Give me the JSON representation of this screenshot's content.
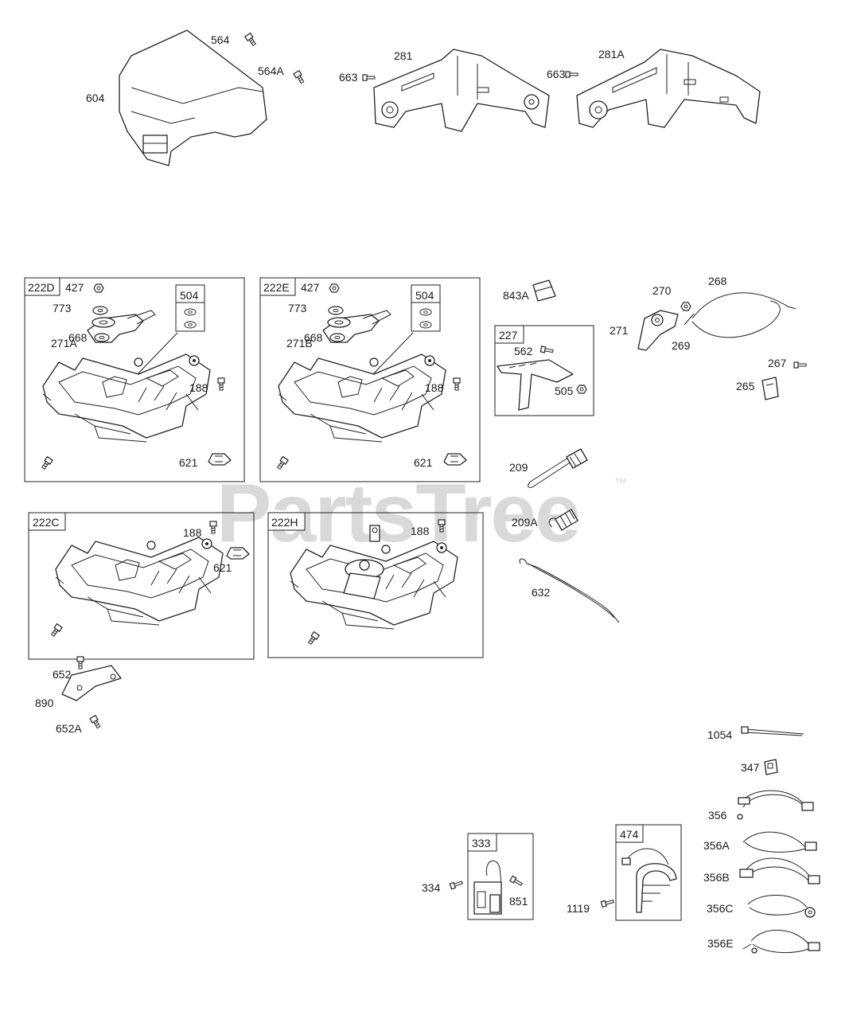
{
  "brand": {
    "watermark": "PartsTree",
    "trademark": "™",
    "watermark_color": "#d9d9d9"
  },
  "groups": {
    "g222D": {
      "tag": "222D",
      "sub_tag": "504"
    },
    "g222E": {
      "tag": "222E",
      "sub_tag": "504"
    },
    "g222C": {
      "tag": "222C"
    },
    "g222H": {
      "tag": "222H"
    },
    "g227": {
      "tag": "227"
    },
    "g333": {
      "tag": "333"
    },
    "g474": {
      "tag": "474"
    }
  },
  "callouts": {
    "c564": "564",
    "c564A": "564A",
    "c604": "604",
    "c663a": "663",
    "c281": "281",
    "c663b": "663",
    "c281A": "281A",
    "d427": "427",
    "d773": "773",
    "d271A": "271A",
    "d668": "668",
    "d188": "188",
    "d621": "621",
    "e427": "427",
    "e773": "773",
    "e271B": "271B",
    "e668": "668",
    "e188": "188",
    "e621": "621",
    "c843A": "843A",
    "c562": "562",
    "c505": "505",
    "c270": "270",
    "c268": "268",
    "c271": "271",
    "c269": "269",
    "c267": "267",
    "c265": "265",
    "c209": "209",
    "c209A": "209A",
    "c632": "632",
    "h188": "188",
    "c188b": "188",
    "c621b": "621",
    "c652": "652",
    "c890": "890",
    "c652A": "652A",
    "c1054": "1054",
    "c347": "347",
    "c356": "356",
    "c356A": "356A",
    "c356B": "356B",
    "c356C": "356C",
    "c356E": "356E",
    "c334": "334",
    "c851": "851",
    "c1119": "1119"
  }
}
